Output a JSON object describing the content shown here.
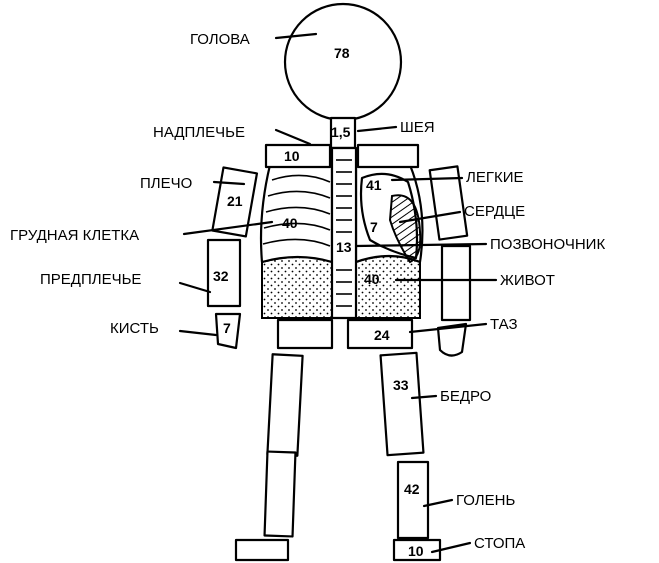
{
  "labels": {
    "head": "ГОЛОВА",
    "neck": "ШЕЯ",
    "shoulder_girdle": "НАДПЛЕЧЬЕ",
    "upper_arm": "ПЛЕЧО",
    "lungs": "ЛЕГКИЕ",
    "heart": "СЕРДЦЕ",
    "rib_cage": "ГРУДНАЯ КЛЕТКА",
    "spine": "ПОЗВОНОЧНИК",
    "forearm": "ПРЕДПЛЕЧЬЕ",
    "abdomen": "ЖИВОТ",
    "hand": "КИСТЬ",
    "pelvis": "ТАЗ",
    "thigh": "БЕДРО",
    "shin": "ГОЛЕНЬ",
    "foot": "СТОПА"
  },
  "values": {
    "head": "78",
    "neck": "1,5",
    "shoulder_girdle": "10",
    "upper_arm": "21",
    "lungs": "41",
    "heart": "7",
    "rib_cage": "40",
    "spine": "13",
    "forearm": "32",
    "abdomen": "40",
    "hand": "7",
    "pelvis": "24",
    "thigh": "33",
    "shin": "42",
    "foot": "10"
  },
  "colors": {
    "ink": "#000000",
    "paper": "#ffffff"
  }
}
